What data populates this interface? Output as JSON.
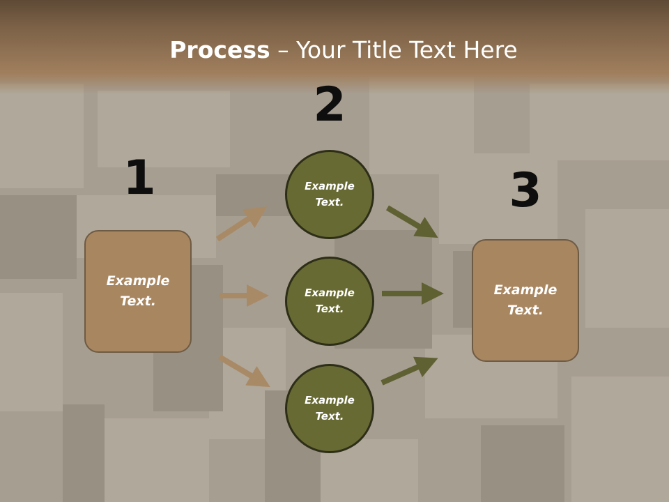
{
  "title": {
    "bold": "Process",
    "rest": " – Your Title Text Here"
  },
  "steps": [
    "1",
    "2",
    "3"
  ],
  "left_box": {
    "line1": "Example",
    "line2": "Text."
  },
  "circles": [
    {
      "line1": "Example",
      "line2": "Text."
    },
    {
      "line1": "Example",
      "line2": "Text."
    },
    {
      "line1": "Example",
      "line2": "Text."
    }
  ],
  "right_box": {
    "line1": "Example",
    "line2": "Text."
  },
  "colors": {
    "tan": "#a88660",
    "olive": "#686a34",
    "arrow_tan": "#a98a66",
    "arrow_olive": "#5f6133"
  }
}
